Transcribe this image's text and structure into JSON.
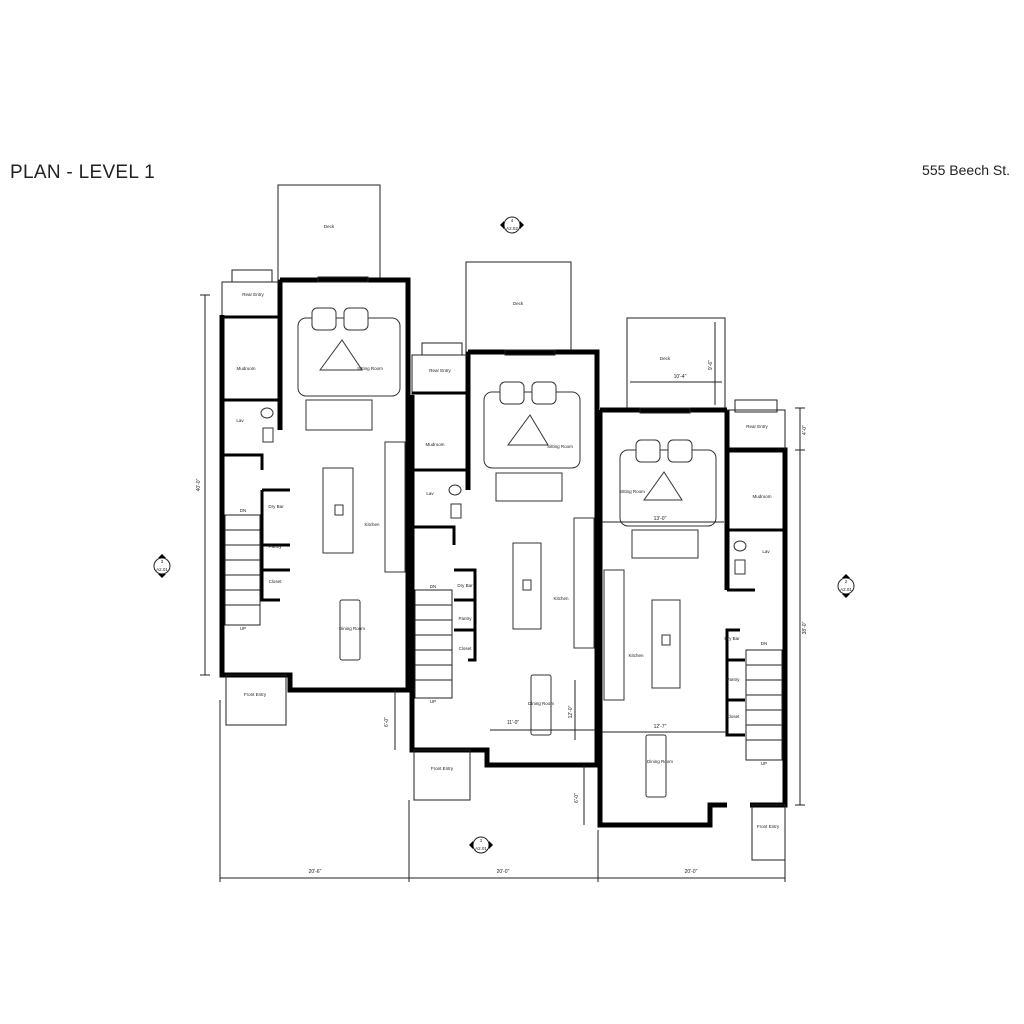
{
  "header": {
    "title": "PLAN - LEVEL 1",
    "address": "555 Beech St."
  },
  "units": [
    {
      "deck": "Deck",
      "rear_entry": "Rear Entry",
      "mudroom": "Mudroom",
      "lav": "Lav",
      "sitting_room": "Sitting Room",
      "kitchen": "Kitchen",
      "dining_room": "Dining Room",
      "dry_bar": "Dry Bar",
      "pantry": "Pantry",
      "closet": "Closet",
      "front_entry": "Front Entry",
      "dn": "DN",
      "up": "UP"
    },
    {
      "deck": "Deck",
      "rear_entry": "Rear Entry",
      "mudroom": "Mudroom",
      "lav": "Lav",
      "sitting_room": "Sitting Room",
      "kitchen": "Kitchen",
      "dining_room": "Dining Room",
      "dry_bar": "Dry Bar",
      "pantry": "Pantry",
      "closet": "Closet",
      "front_entry": "Front Entry",
      "dn": "DN",
      "up": "UP"
    },
    {
      "deck": "Deck",
      "rear_entry": "Rear Entry",
      "mudroom": "Mudroom",
      "lav": "Lav",
      "sitting_room": "Sitting Room",
      "kitchen": "Kitchen",
      "dining_room": "Dining Room",
      "dry_bar": "Dry Bar",
      "pantry": "Pantry",
      "closet": "Closet",
      "front_entry": "Front Entry",
      "dn": "DN",
      "up": "UP"
    }
  ],
  "dimensions": {
    "width_1": "20'-6\"",
    "width_2": "20'-0\"",
    "width_3": "20'-0\"",
    "depth_left": "40'-0\"",
    "depth_right": "38'-0\"",
    "rear_entry_depth": "4'-0\"",
    "offset_1": "6'-0\"",
    "offset_2": "6'-0\"",
    "deck_width": "10'-4\"",
    "deck_depth": "9'-6\"",
    "sitting_width": "13'-0\"",
    "dining_width_2": "11'-0\"",
    "dining_depth_2": "12'-0\"",
    "dining_width_3": "12'-7\""
  },
  "section_markers": [
    {
      "number": "4",
      "sheet": "A2.02"
    },
    {
      "number": "3",
      "sheet": "A2.01"
    },
    {
      "number": "2",
      "sheet": "A2.01"
    },
    {
      "number": "1",
      "sheet": "A2.01"
    }
  ]
}
